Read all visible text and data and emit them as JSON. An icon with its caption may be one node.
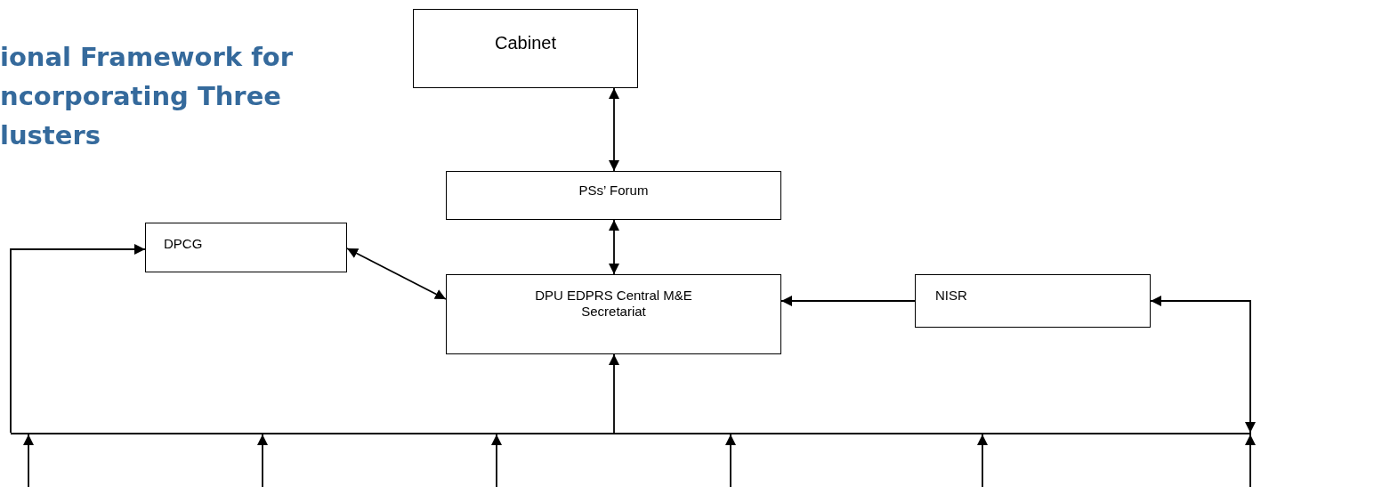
{
  "diagram": {
    "title": "ional Framework for ncorporating Three lusters",
    "nodes": [
      {
        "text": [
          "Cabinet"
        ]
      },
      {
        "text": [
          "PSs’ Forum"
        ]
      },
      {
        "text": [
          "DPCG"
        ]
      },
      {
        "text": [
          "DPU EDPRS Central M&E Secretariat"
        ]
      },
      {
        "text": [
          "NISR"
        ]
      },
      {
        "text": [],
        "shape": "bar"
      }
    ],
    "edges": [
      {
        "from": 0,
        "to": 1,
        "arrow": "both"
      },
      {
        "from": 1,
        "to": 3,
        "arrow": "both"
      },
      {
        "from": 2,
        "to": 3,
        "arrow": "both"
      },
      {
        "from": 4,
        "to": 3,
        "arrow": "to"
      },
      {
        "from": 5,
        "to": 2,
        "arrow": "to"
      },
      {
        "from": 5,
        "to": 3,
        "arrow": "to"
      },
      {
        "from": 5,
        "to": 4,
        "arrow": "both"
      },
      {
        "from": null,
        "to": 5,
        "arrow": "to"
      },
      {
        "from": null,
        "to": 5,
        "arrow": "to"
      },
      {
        "from": null,
        "to": 5,
        "arrow": "to"
      },
      {
        "from": null,
        "to": 5,
        "arrow": "to"
      },
      {
        "from": null,
        "to": 5,
        "arrow": "to"
      },
      {
        "from": null,
        "to": 5,
        "arrow": "to"
      }
    ]
  }
}
